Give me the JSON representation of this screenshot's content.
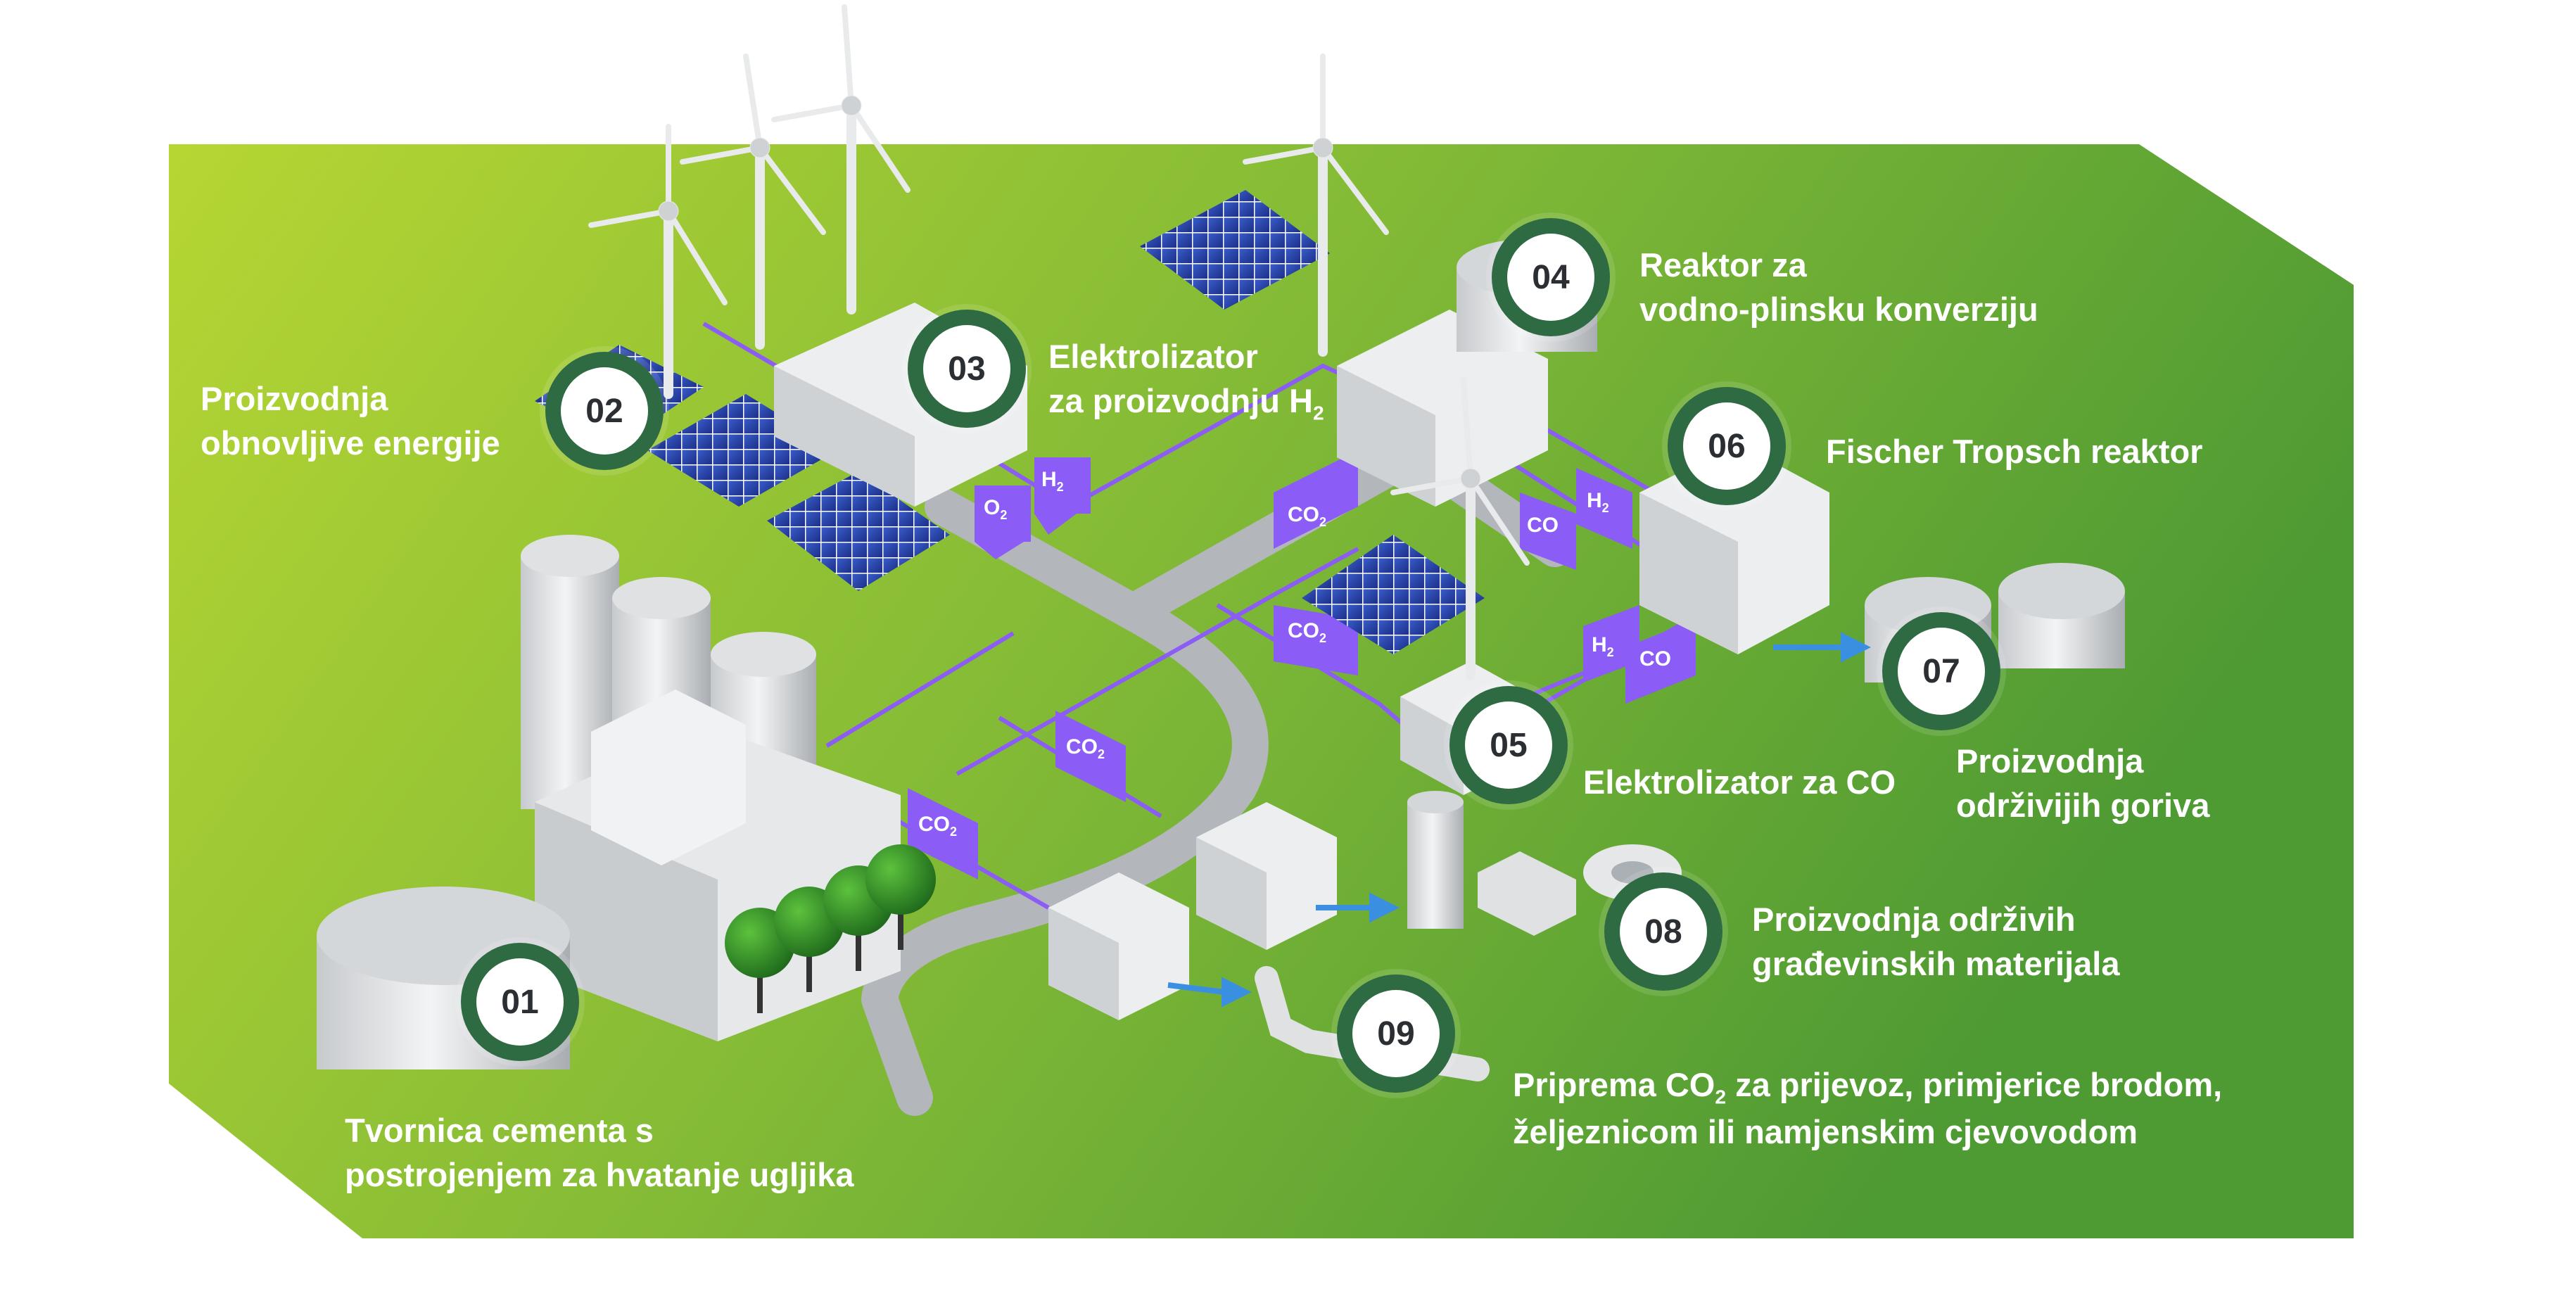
{
  "steps": [
    {
      "num": "01",
      "label_lines": [
        "Tvornica cementa s",
        "postrojenjem za hvatanje ugljika"
      ]
    },
    {
      "num": "02",
      "label_lines": [
        "Proizvodnja",
        "obnovljive energije"
      ]
    },
    {
      "num": "03",
      "label_lines": [
        "Elektrolizator",
        "za proizvodnju H"
      ],
      "label_sub": "2"
    },
    {
      "num": "04",
      "label_lines": [
        "Reaktor za",
        "vodno-plinsku konverziju"
      ]
    },
    {
      "num": "05",
      "label_lines": [
        "Elektrolizator za CO"
      ]
    },
    {
      "num": "06",
      "label_lines": [
        "Fischer Tropsch reaktor"
      ]
    },
    {
      "num": "07",
      "label_lines": [
        "Proizvodnja",
        "održivijih goriva"
      ]
    },
    {
      "num": "08",
      "label_lines": [
        "Proizvodnja održivih",
        "građevinskih materijala"
      ]
    },
    {
      "num": "09",
      "label_line1_pre": "Priprema CO",
      "label_line1_sub": "2",
      "label_line1_post": " za prijevoz, primjerice brodom,",
      "label_line2": "željeznicom ili namjenskim cjevovodom"
    }
  ],
  "flow_tags": {
    "co2_main": "CO",
    "co2_sub": "2",
    "h2_main": "H",
    "h2_sub": "2",
    "o2_main": "O",
    "o2_sub": "2",
    "co": "CO"
  },
  "colors": {
    "bg_left": "#b6d633",
    "bg_right": "#4e9a33",
    "badge_ring": "#2e6b42",
    "flow_purple": "#8b5cf6",
    "arrow_blue": "#3b8fe0",
    "building": "#e9ebee",
    "road": "#b3b6ba"
  }
}
